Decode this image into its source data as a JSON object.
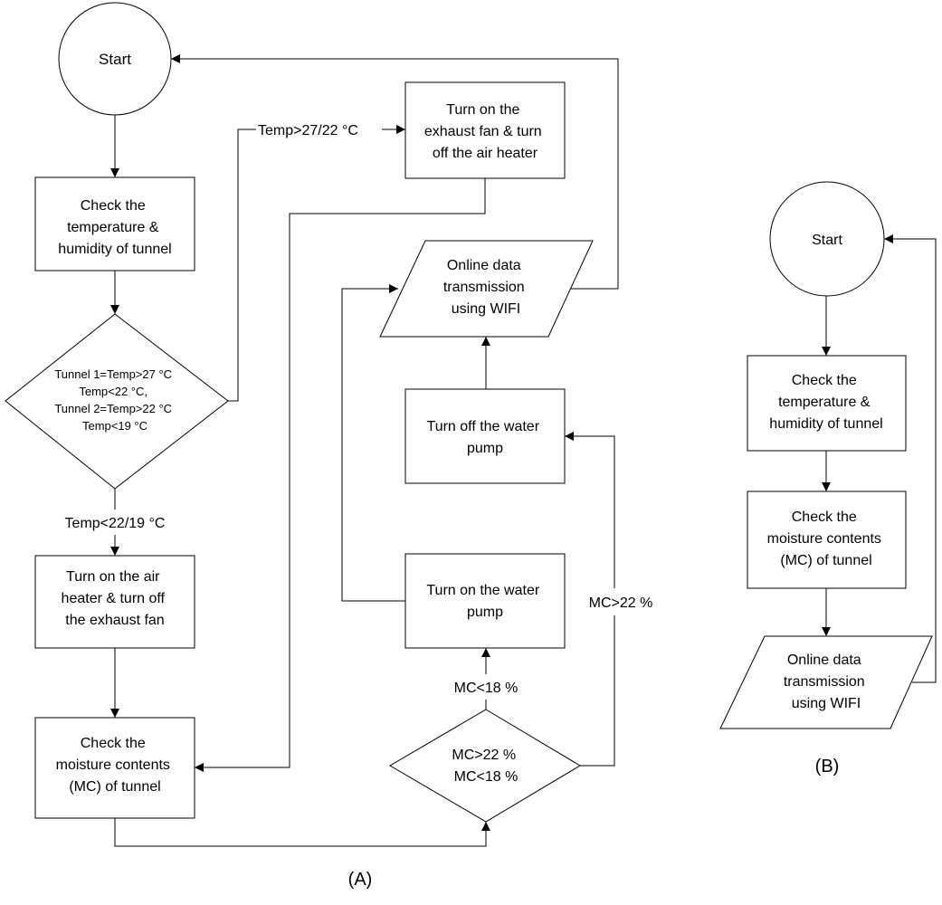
{
  "diagram_a": {
    "caption": "(A)",
    "start": "Start",
    "check_temp": [
      "Check the",
      "temperature &",
      "humidity of tunnel"
    ],
    "decision_temp": [
      "Tunnel 1=Temp>27 °C",
      "Temp<22 °C,",
      "Tunnel 2=Temp>22 °C",
      "Temp<19 °C"
    ],
    "label_temp_high": "Temp>27/22 °C",
    "label_temp_low": "Temp<22/19 °C",
    "exhaust_on": [
      "Turn on the",
      "exhaust fan & turn",
      "off the air heater"
    ],
    "heater_on": [
      "Turn on the air",
      "heater & turn off",
      "the exhaust fan"
    ],
    "check_mc": [
      "Check the",
      "moisture contents",
      "(MC) of tunnel"
    ],
    "online_tx": [
      "Online data",
      "transmission",
      "using WIFI"
    ],
    "pump_off": [
      "Turn off the water",
      "pump"
    ],
    "pump_on": [
      "Turn on the water",
      "pump"
    ],
    "decision_mc": [
      "MC>22 %",
      "MC<18 %"
    ],
    "label_mc_low": "MC<18 %",
    "label_mc_high": "MC>22 %"
  },
  "diagram_b": {
    "caption": "(B)",
    "start": "Start",
    "check_temp": [
      "Check the",
      "temperature &",
      "humidity of tunnel"
    ],
    "check_mc": [
      "Check the",
      "moisture contents",
      "(MC) of tunnel"
    ],
    "online_tx": [
      "Online data",
      "transmission",
      "using WIFI"
    ]
  }
}
